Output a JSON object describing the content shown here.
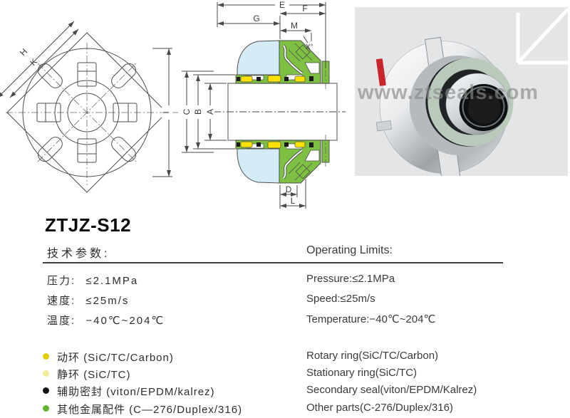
{
  "title": "ZTJZ-S12",
  "dims": {
    "E": "E",
    "F": "F",
    "G": "G",
    "M": "M",
    "A": "A",
    "B": "B",
    "C": "C",
    "D": "D",
    "L": "L",
    "H": "H",
    "K": "K",
    "I": "I",
    "angle": "X°"
  },
  "photo": {
    "watermark": "www.ztseals.com"
  },
  "specs": {
    "cn_heading": "技术参数:",
    "en_heading": "Operating Limits:",
    "rows": [
      {
        "cn_label": "压力:",
        "cn_value": "≤2.1MPa",
        "en": "Pressure:≤2.1MPa"
      },
      {
        "cn_label": "速度:",
        "cn_value": "≤25m/s",
        "en": "Speed:≤25m/s"
      },
      {
        "cn_label": "温度:",
        "cn_value": "−40℃~204℃",
        "en": "Temperature:−40℃~204℃"
      }
    ]
  },
  "materials": {
    "rows": [
      {
        "bullet": "#e3cf00",
        "cn": "动环 (SiC/TC/Carbon)",
        "en": "Rotary ring(SiC/TC/Carbon)"
      },
      {
        "bullet": "#f1ec9b",
        "cn": "静环 (SiC/TC)",
        "en": "Stationary ring(SiC/TC)"
      },
      {
        "bullet": "#141414",
        "cn": "辅助密封 (viton/EPDM/kalrez)",
        "en": "Secondary seal(viton/EPDM/Kalrez)"
      },
      {
        "bullet": "#61b52c",
        "cn": "其他金属配件 (C—276/Duplex/316)",
        "en": "Other parts(C-276/Duplex/316)"
      }
    ]
  },
  "colors": {
    "drawing_green": "#7ec142",
    "drawing_yellow": "#ffe100",
    "drawing_blue": "#d5ecf7",
    "photo_background": "#e4e5e7",
    "red_stripe": "#c9252b"
  }
}
